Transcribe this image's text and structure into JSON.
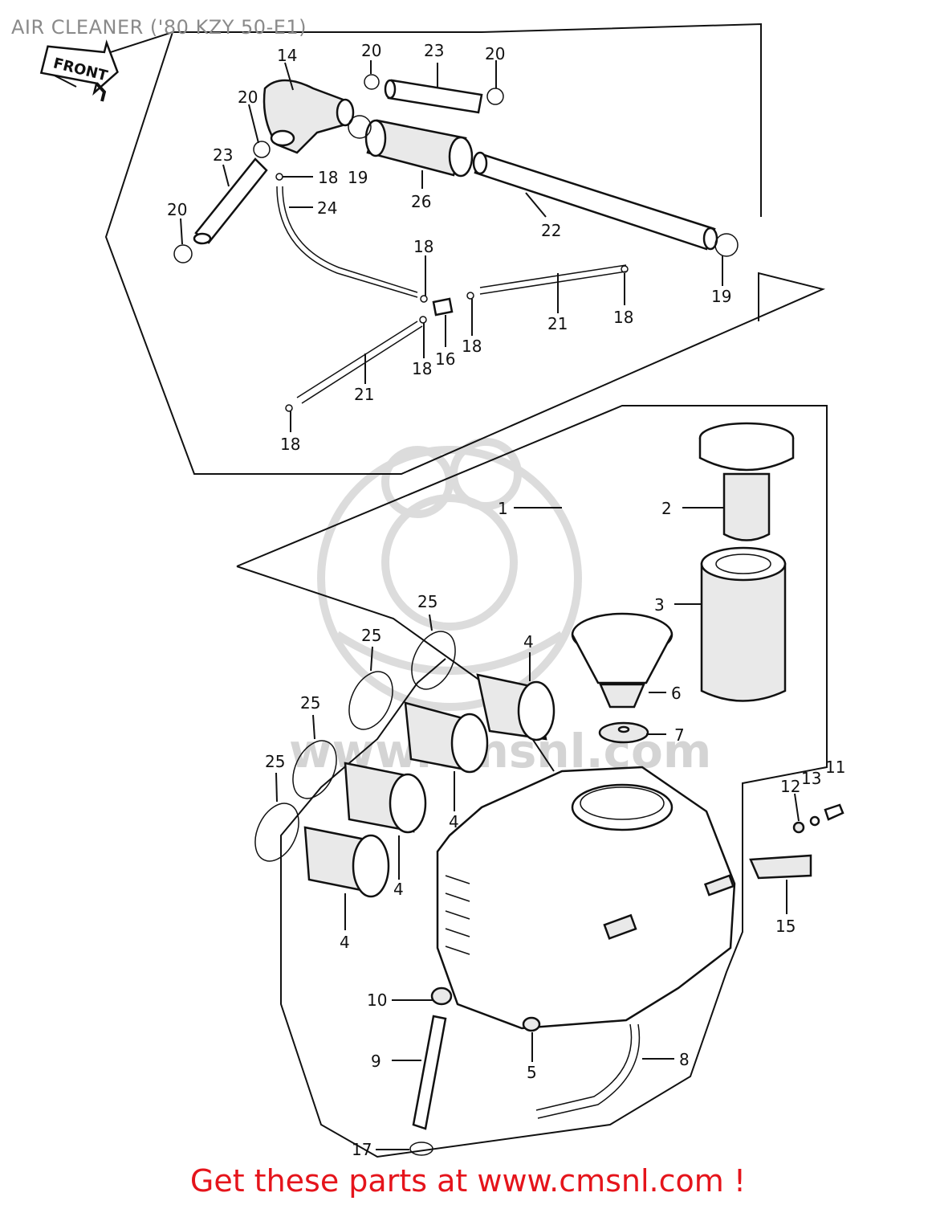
{
  "title": "AIR CLEANER ('80 KZY 50-E1)",
  "front_arrow_label": "FRONT",
  "watermark_text": "www.cmsnl.com",
  "footer": "Get these parts at www.cmsnl.com !",
  "footer_color": "#e5141b",
  "callouts": {
    "c1": "1",
    "c2": "2",
    "c3": "3",
    "c4a": "4",
    "c4b": "4",
    "c4c": "4",
    "c4d": "4",
    "c5": "5",
    "c6": "6",
    "c7": "7",
    "c8": "8",
    "c9": "9",
    "c10": "10",
    "c11": "11",
    "c12": "12",
    "c13": "13",
    "c14": "14",
    "c15": "15",
    "c16": "16",
    "c17": "17",
    "c18a": "18",
    "c18b": "18",
    "c18c": "18",
    "c18d": "18",
    "c18e": "18",
    "c18f": "18",
    "c19a": "19",
    "c19b": "19",
    "c20a": "20",
    "c20b": "20",
    "c20c": "20",
    "c20d": "20",
    "c21a": "21",
    "c21b": "21",
    "c22": "22",
    "c23a": "23",
    "c23b": "23",
    "c24": "24",
    "c25a": "25",
    "c25b": "25",
    "c25c": "25",
    "c25d": "25",
    "c26": "26"
  }
}
